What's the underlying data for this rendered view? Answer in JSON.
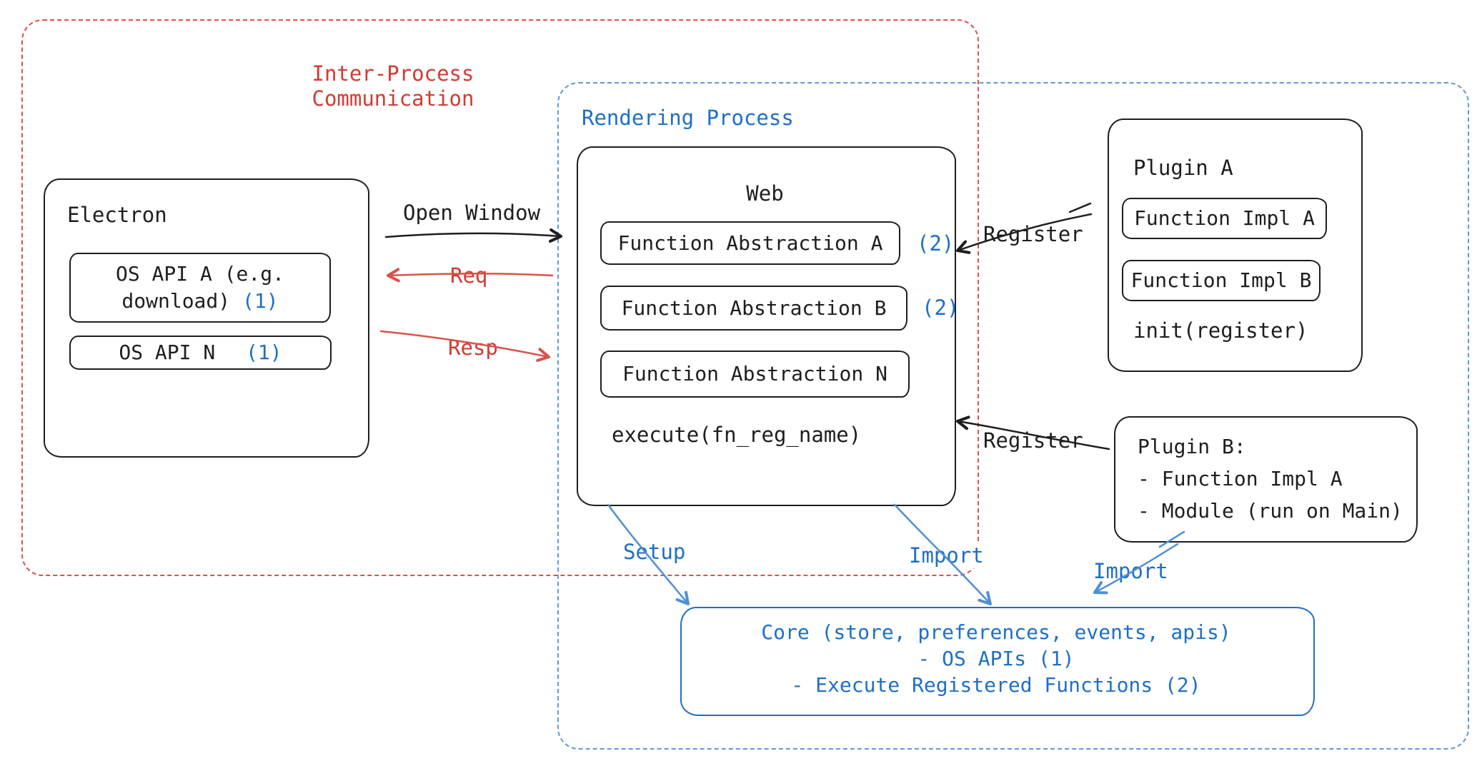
{
  "colors": {
    "red": "#d33a33",
    "blue": "#1e6fc7",
    "ink": "#1e1e1e",
    "group_red_dash": "#e34d4d",
    "group_blue_dash": "#5b9bd8"
  },
  "groups": {
    "ipc": {
      "label": "Inter-Process\nCommunication"
    },
    "rendering": {
      "label": "Rendering Process"
    }
  },
  "electron": {
    "title": "Electron",
    "os_api_a": {
      "line1": "OS API A (e.g.",
      "line2": "download)",
      "ref": "(1)"
    },
    "os_api_n": {
      "label": "OS API N",
      "ref": "(1)"
    }
  },
  "web": {
    "title": "Web",
    "fn_a": {
      "label": "Function Abstraction A",
      "ref": "(2)"
    },
    "fn_b": {
      "label": "Function Abstraction B",
      "ref": "(2)"
    },
    "fn_n": {
      "label": "Function Abstraction N"
    },
    "execute": "execute(fn_reg_name)"
  },
  "plugin_a": {
    "title": "Plugin A",
    "impl_a": "Function Impl A",
    "impl_b": "Function Impl B",
    "init": "init(register)"
  },
  "plugin_b": {
    "text": "Plugin B:\n- Function Impl A\n- Module (run on Main)"
  },
  "core": {
    "text": "Core (store, preferences, events, apis)\n- OS APIs (1)\n- Execute Registered Functions (2)"
  },
  "arrows": {
    "open_window": "Open Window",
    "req": "Req",
    "resp": "Resp",
    "register_a": "Register",
    "register_b": "Register",
    "setup": "Setup",
    "import_web": "Import",
    "import_plugin_b": "Import"
  }
}
